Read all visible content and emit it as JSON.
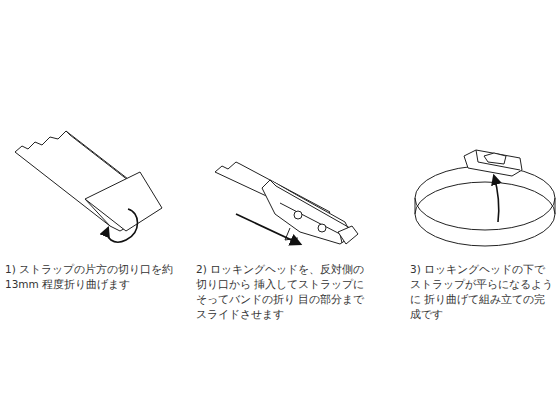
{
  "diagram": {
    "labels": [
      "1) ストラップの片方の切り口を約13mm 程度折り曲げます",
      "2) ロッキングヘッドを、反対側の切り口から 挿入してストラップにそってバンドの折り 目の部分までスライドさせます",
      "3) ロッキングヘッドの下で ストラップが平らになるように 折り曲げて組み立ての完成です"
    ]
  }
}
